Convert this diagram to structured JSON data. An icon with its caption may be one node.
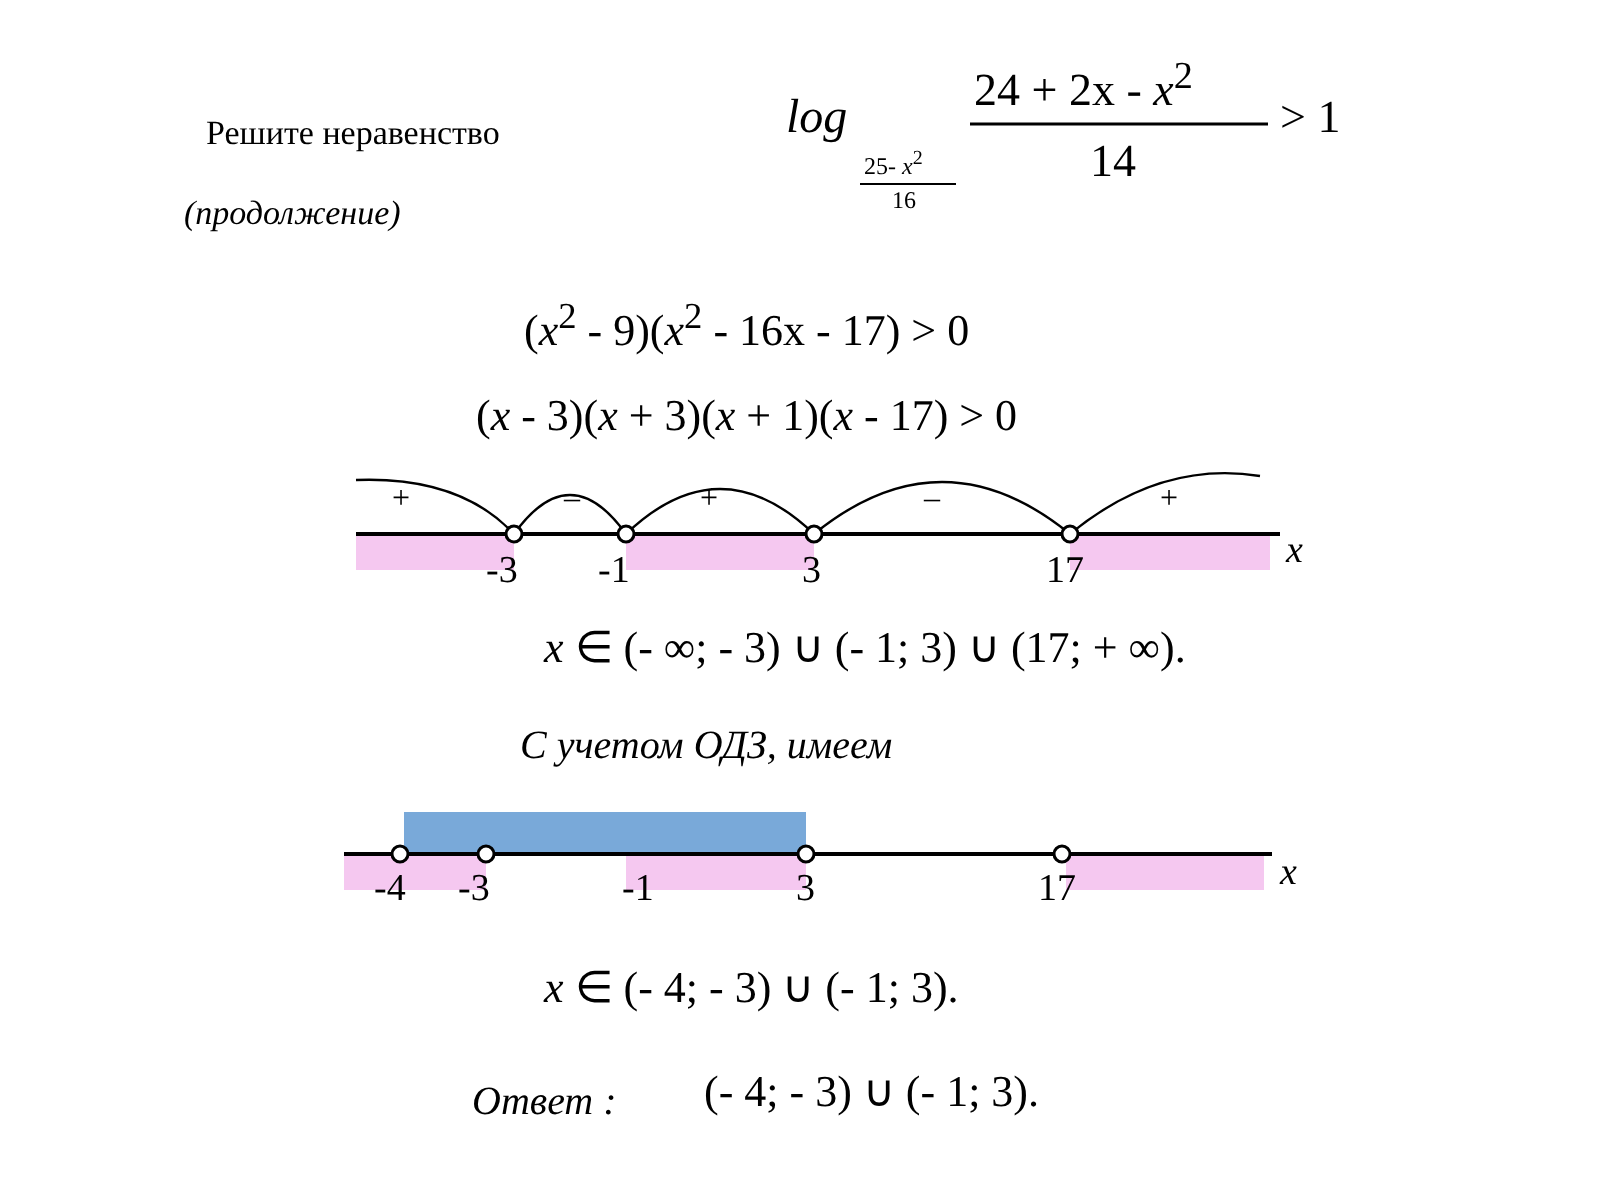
{
  "diagram": {
    "title": "Решите неравенство",
    "labels": [
      "*log*",
      "25- *x*$^{2}$",
      "16",
      "24 + 2x - *x*$^{2}$",
      "14",
      "> 1",
      "(продолжение)",
      "(*x*$^{2}$ - 9)(*x*$^{2}$ - 16x - 17) > 0",
      "(*x* - 3)(*x* + 3)(*x* + 1)(*x* - 17) > 0",
      "+",
      "–",
      "+",
      "–",
      "+",
      "-3",
      "-1",
      "3",
      "17",
      "*x*",
      "*x* ∈ (- ∞; - 3) ∪ (- 1; 3) ∪ (17; + ∞).",
      "С учетом ОДЗ, имеем",
      "-4",
      "-3",
      "-1",
      "3",
      "17",
      "*x*",
      "*x* ∈ (- 4; - 3) ∪ (- 1; 3).",
      "Ответ :",
      "(- 4; - 3) ∪ (- 1; 3)."
    ]
  }
}
